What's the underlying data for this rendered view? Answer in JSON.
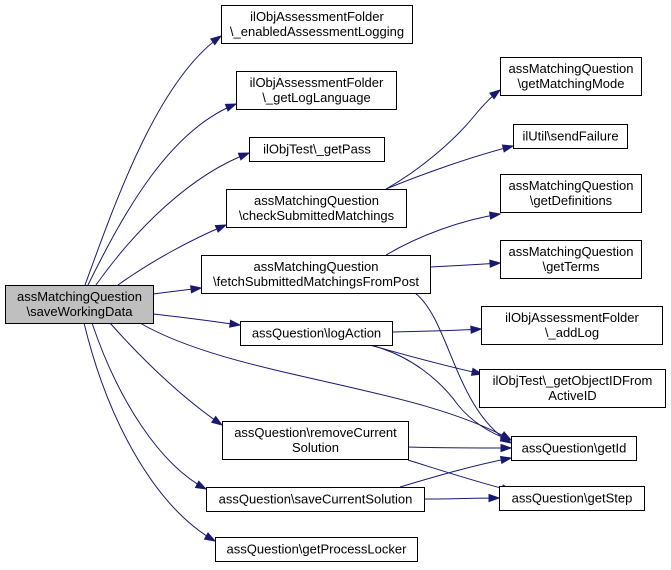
{
  "diagram": {
    "nodes": [
      {
        "id": "root",
        "lines": [
          "assMatchingQuestion",
          "\\saveWorkingData"
        ],
        "root": true
      },
      {
        "id": "enabledLogging",
        "lines": [
          "ilObjAssessmentFolder",
          "\\_enabledAssessmentLogging"
        ]
      },
      {
        "id": "getLogLanguage",
        "lines": [
          "ilObjAssessmentFolder",
          "\\_getLogLanguage"
        ]
      },
      {
        "id": "getPass",
        "lines": [
          "ilObjTest\\_getPass"
        ]
      },
      {
        "id": "checkSubmitted",
        "lines": [
          "assMatchingQuestion",
          "\\checkSubmittedMatchings"
        ]
      },
      {
        "id": "fetchSubmitted",
        "lines": [
          "assMatchingQuestion",
          "\\fetchSubmittedMatchingsFromPost"
        ]
      },
      {
        "id": "logAction",
        "lines": [
          "assQuestion\\logAction"
        ]
      },
      {
        "id": "removeCurrent",
        "lines": [
          "assQuestion\\removeCurrent",
          "Solution"
        ]
      },
      {
        "id": "saveCurrent",
        "lines": [
          "assQuestion\\saveCurrentSolution"
        ]
      },
      {
        "id": "getProcessLocker",
        "lines": [
          "assQuestion\\getProcessLocker"
        ]
      },
      {
        "id": "getMatchingMode",
        "lines": [
          "assMatchingQuestion",
          "\\getMatchingMode"
        ]
      },
      {
        "id": "sendFailure",
        "lines": [
          "ilUtil\\sendFailure"
        ]
      },
      {
        "id": "getDefinitions",
        "lines": [
          "assMatchingQuestion",
          "\\getDefinitions"
        ]
      },
      {
        "id": "getTerms",
        "lines": [
          "assMatchingQuestion",
          "\\getTerms"
        ]
      },
      {
        "id": "addLog",
        "lines": [
          "ilObjAssessmentFolder",
          "\\_addLog"
        ]
      },
      {
        "id": "getObjectID",
        "lines": [
          "ilObjTest\\_getObjectIDFrom",
          "ActiveID"
        ]
      },
      {
        "id": "getId",
        "lines": [
          "assQuestion\\getId"
        ]
      },
      {
        "id": "getStep",
        "lines": [
          "assQuestion\\getStep"
        ]
      }
    ],
    "edges": [
      {
        "from": "root",
        "to": "enabledLogging"
      },
      {
        "from": "root",
        "to": "getLogLanguage"
      },
      {
        "from": "root",
        "to": "getPass"
      },
      {
        "from": "root",
        "to": "checkSubmitted"
      },
      {
        "from": "root",
        "to": "fetchSubmitted"
      },
      {
        "from": "root",
        "to": "logAction"
      },
      {
        "from": "root",
        "to": "getId"
      },
      {
        "from": "root",
        "to": "removeCurrent"
      },
      {
        "from": "root",
        "to": "saveCurrent"
      },
      {
        "from": "root",
        "to": "getProcessLocker"
      },
      {
        "from": "checkSubmitted",
        "to": "getMatchingMode"
      },
      {
        "from": "checkSubmitted",
        "to": "sendFailure"
      },
      {
        "from": "fetchSubmitted",
        "to": "getDefinitions"
      },
      {
        "from": "fetchSubmitted",
        "to": "getTerms"
      },
      {
        "from": "fetchSubmitted",
        "to": "getId"
      },
      {
        "from": "logAction",
        "to": "addLog"
      },
      {
        "from": "logAction",
        "to": "getObjectID"
      },
      {
        "from": "logAction",
        "to": "getId"
      },
      {
        "from": "removeCurrent",
        "to": "getId"
      },
      {
        "from": "removeCurrent",
        "to": "getStep"
      },
      {
        "from": "saveCurrent",
        "to": "getId"
      },
      {
        "from": "saveCurrent",
        "to": "getStep"
      }
    ]
  }
}
